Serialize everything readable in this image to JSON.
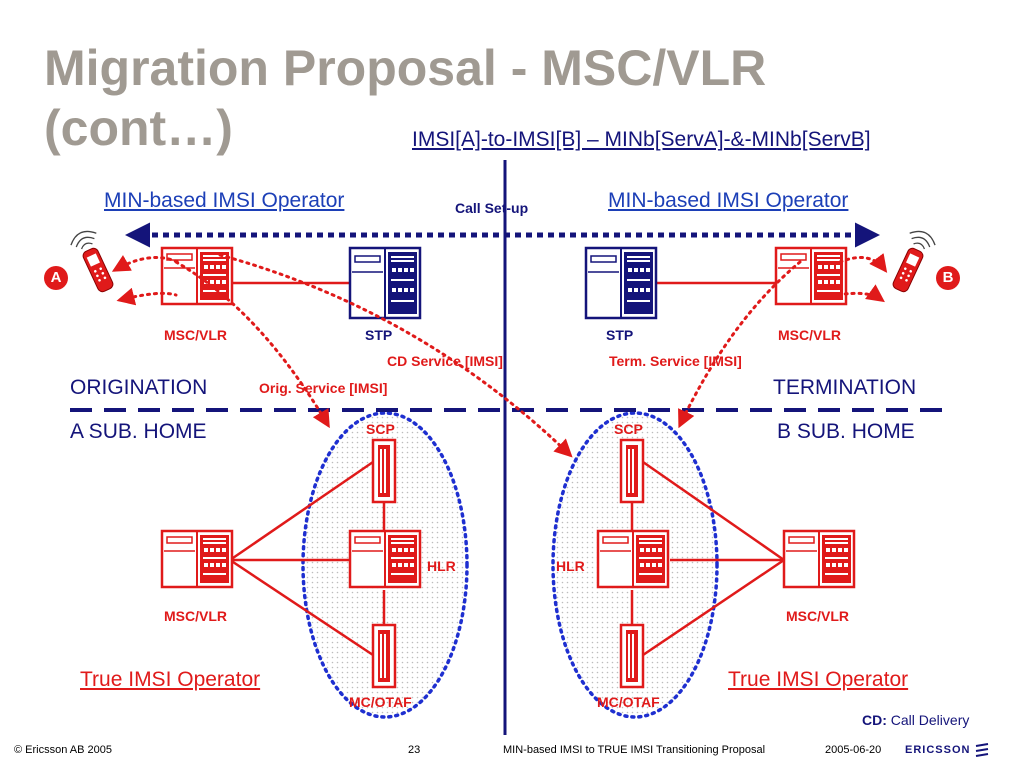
{
  "title": "Migration Proposal - MSC/VLR (cont…)",
  "subtitle": "IMSI[A]-to-IMSI[B] – MINb[ServA]-&-MINb[ServB]",
  "operators": {
    "left_top": "MIN-based IMSI Operator",
    "right_top": "MIN-based IMSI Operator",
    "left_bottom": "True IMSI Operator",
    "right_bottom": "True IMSI Operator"
  },
  "call_setup": "Call Set-up",
  "regions": {
    "origination": "ORIGINATION",
    "termination": "TERMINATION",
    "a_home": "A SUB. HOME",
    "b_home": "B SUB. HOME"
  },
  "nodes": {
    "msc_vlr": "MSC/VLR",
    "stp": "STP",
    "scp": "SCP",
    "hlr": "HLR",
    "mc_otaf": "MC/OTAF"
  },
  "services": {
    "cd": "CD Service [IMSI]",
    "term": "Term. Service [IMSI]",
    "orig": "Orig. Service [IMSI]"
  },
  "badges": {
    "a": "A",
    "b": "B"
  },
  "legend": {
    "key": "CD:",
    "value": "Call Delivery"
  },
  "footer": {
    "copyright": "© Ericsson AB 2005",
    "page": "23",
    "doc_title": "MIN-based IMSI to TRUE IMSI Transitioning Proposal",
    "date": "2005-06-20",
    "logo": "ERICSSON"
  },
  "colors": {
    "red": "#e01a1a",
    "navy": "#14147a",
    "blue": "#1c3fb7",
    "title_gray": "#a09a92"
  }
}
